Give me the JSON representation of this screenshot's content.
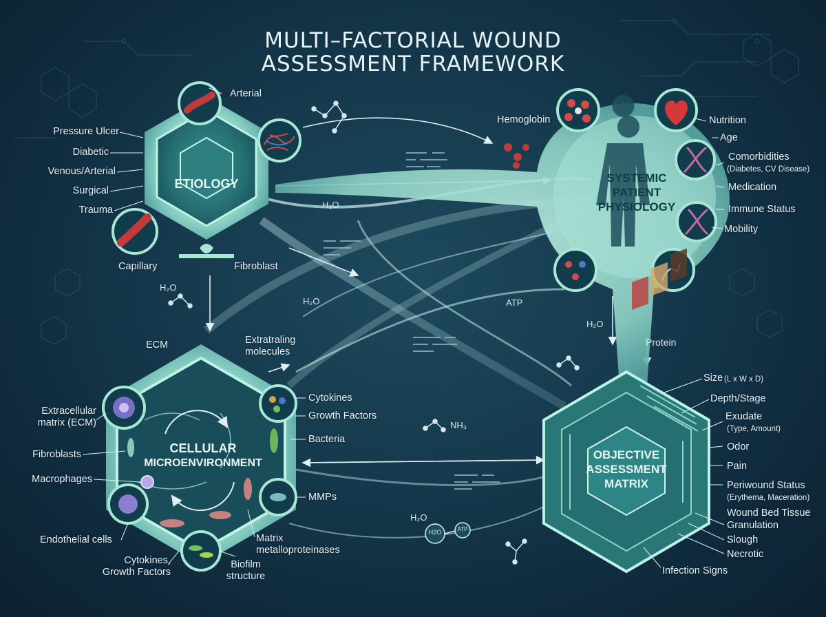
{
  "title": {
    "line1": "MULTI–FACTORIAL WOUND",
    "line2": "ASSESSMENT FRAMEWORK"
  },
  "hubs": {
    "etiology": "ETIOLOGY",
    "systemic_l1": "SYSTEMIC",
    "systemic_l2": "PATIENT",
    "systemic_l3": "PHYSIOLOGY",
    "cellular_l1": "CELLULAR",
    "cellular_l2": "MICROENVIRONMENT",
    "objective_l1": "OBJECTIVE",
    "objective_l2": "ASSESSMENT",
    "objective_l3": "MATRIX"
  },
  "etiology": {
    "arterial": "Arterial",
    "pressure_ulcer": "Pressure Ulcer",
    "diabetic": "Diabetic",
    "venous_arterial": "Venous/Arterial",
    "surgical": "Surgical",
    "trauma": "Trauma",
    "capillary": "Capillary",
    "fibroblast": "Fibroblast"
  },
  "systemic": {
    "hemoglobin": "Hemoglobin",
    "nutrition": "Nutrition",
    "age": "Age",
    "comorbidities": "Comorbidities",
    "comorbidities_sub": "(Diabetes, CV Disease)",
    "medication": "Medication",
    "immune_status": "Immune Status",
    "mobility": "Mobility"
  },
  "cellular": {
    "ecm": "ECM",
    "extracellular_l1": "Extratraling",
    "extracellular_l2": "molecules",
    "extracellular_matrix_l1": "Extracellular",
    "extracellular_matrix_l2": "matrix (ECM)",
    "fibroblasts": "Fibroblasts",
    "macrophages": "Macrophages",
    "endothelial": "Endothelial cells",
    "cytokines_gf_l1": "Cytokines,",
    "cytokines_gf_l2": "Growth Factors",
    "biofilm_l1": "Biofilm",
    "biofilm_l2": "structure",
    "matrix_mmp_l1": "Matrix",
    "matrix_mmp_l2": "metalloproteinases",
    "cytokines": "Cytokines",
    "growth_factors": "Growth Factors",
    "bacteria": "Bacteria",
    "mmps": "MMPs"
  },
  "objective": {
    "size": "Size",
    "size_sub": "(L x W x D)",
    "depth_stage": "Depth/Stage",
    "exudate": "Exudate",
    "exudate_sub": "(Type, Amount)",
    "odor": "Odor",
    "pain": "Pain",
    "periwound": "Periwound Status",
    "periwound_sub": "(Erythema, Maceration)",
    "wound_bed": "Wound Bed Tissue",
    "granulation": "Granulation",
    "slough": "Slough",
    "necrotic": "Necrotic",
    "infection": "Infection Signs"
  },
  "flow_labels": {
    "h2o_a": "H₂O",
    "h2o_b": "H₂O",
    "h2o_c": "H₂O",
    "h2o_d": "H₂O",
    "h2o_e": "H₂O",
    "atp": "ATP",
    "protein": "Protein",
    "nh3": "NH₃",
    "node_h2o": "H2O",
    "node_atp": "ATP"
  },
  "colors": {
    "hub_fill": "#2b7a7c",
    "hub_rim": "#a8e6d6",
    "accent": "#7fd6c4",
    "text": "#e8f0f2"
  }
}
